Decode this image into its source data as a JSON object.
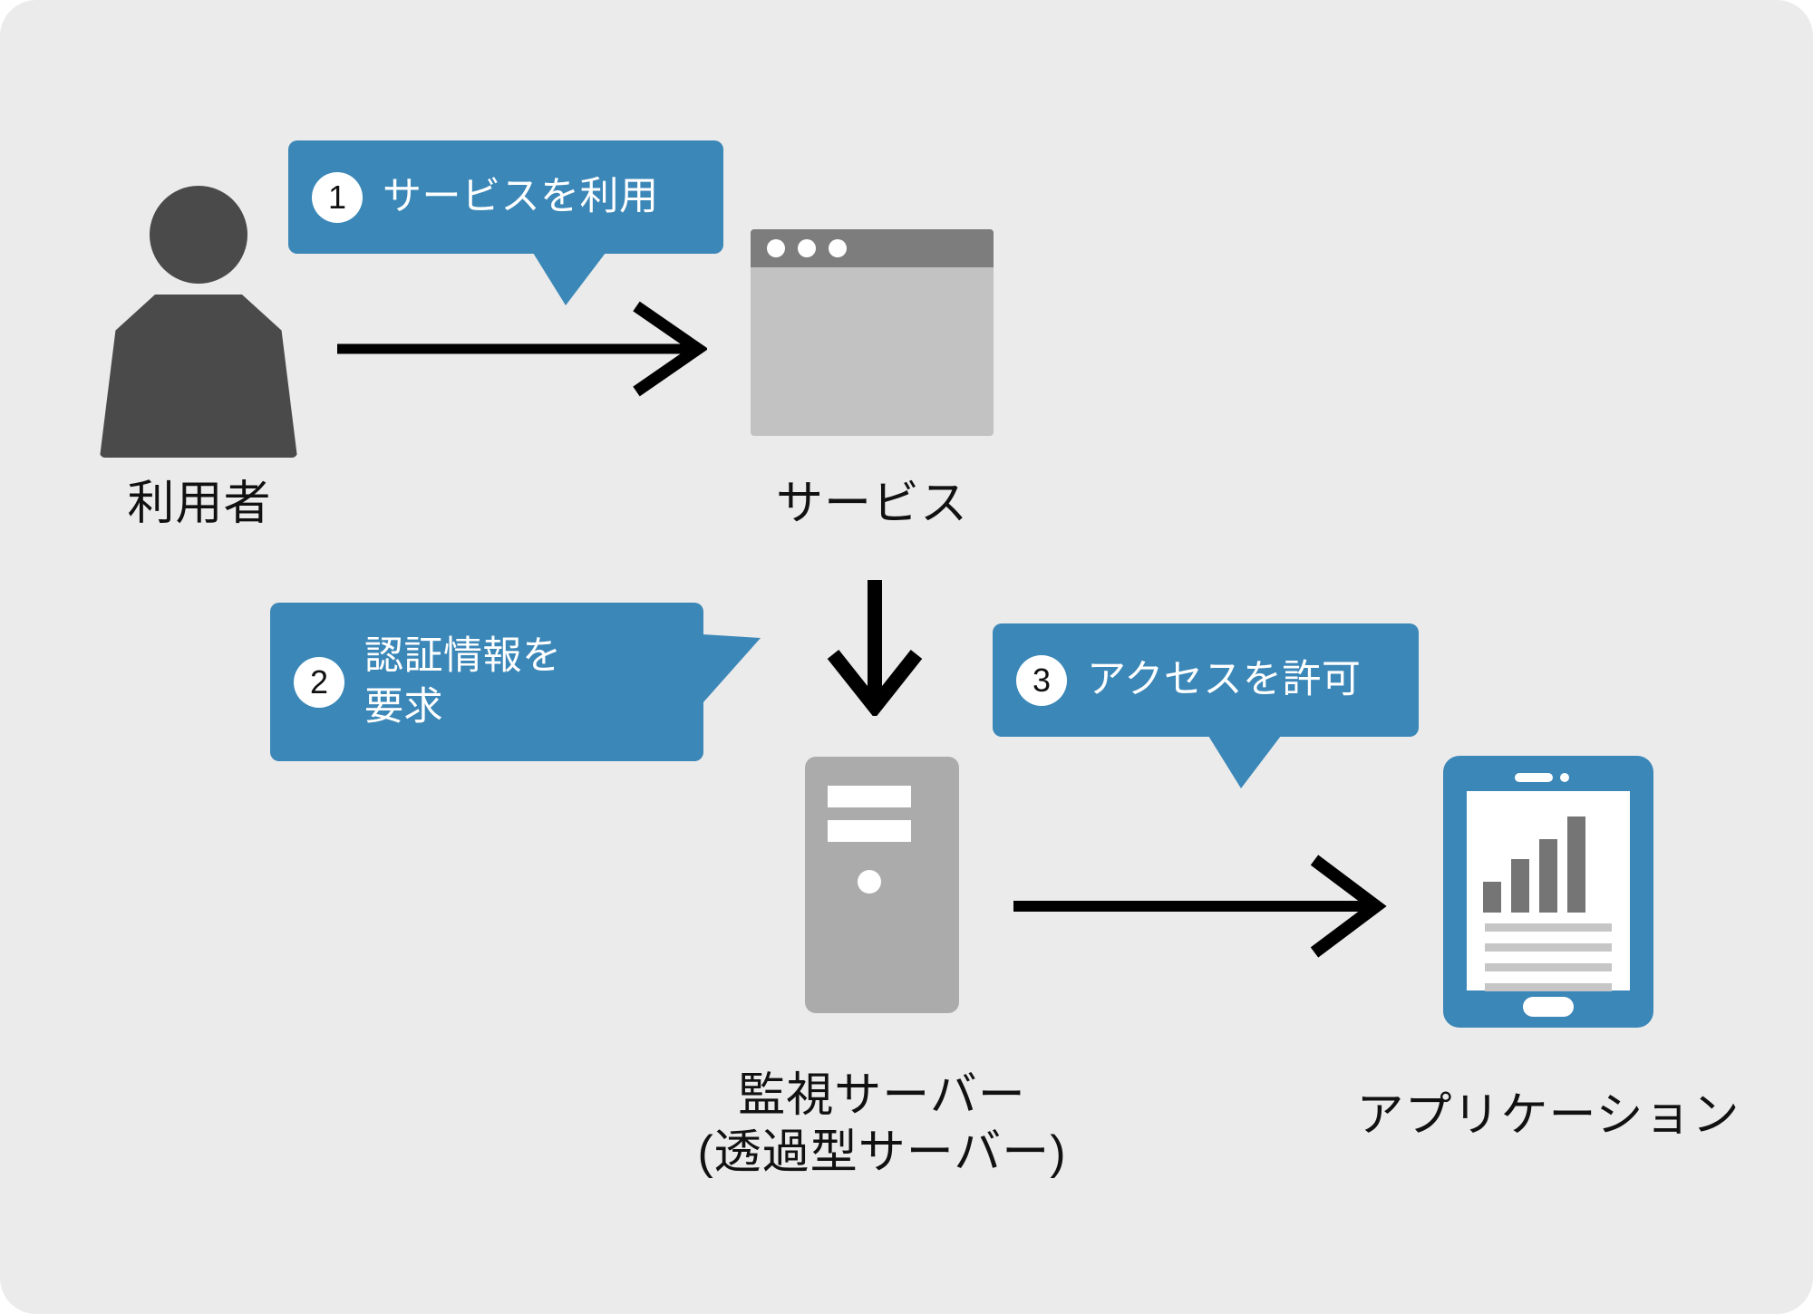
{
  "diagram": {
    "background_color": "#ebebeb",
    "accent_color": "#3b87b8",
    "icon_gray": "#ababab",
    "dark_gray": "#4a4a4a"
  },
  "nodes": [
    {
      "id": "user",
      "label": "利用者",
      "icon": "person-icon"
    },
    {
      "id": "service",
      "label": "サービス",
      "icon": "browser-window-icon"
    },
    {
      "id": "server",
      "label": "監視サーバー\n(透過型サーバー)",
      "icon": "server-tower-icon"
    },
    {
      "id": "app",
      "label": "アプリケーション",
      "icon": "tablet-icon"
    }
  ],
  "callouts": [
    {
      "number": "1",
      "text": "サービスを利用",
      "tail": "down"
    },
    {
      "number": "2",
      "text": "認証情報を\n要求",
      "tail": "right"
    },
    {
      "number": "3",
      "text": "アクセスを許可",
      "tail": "down"
    }
  ],
  "arrows": [
    {
      "id": "user-to-service",
      "direction": "right"
    },
    {
      "id": "service-to-server",
      "direction": "down"
    },
    {
      "id": "server-to-app",
      "direction": "right"
    }
  ]
}
